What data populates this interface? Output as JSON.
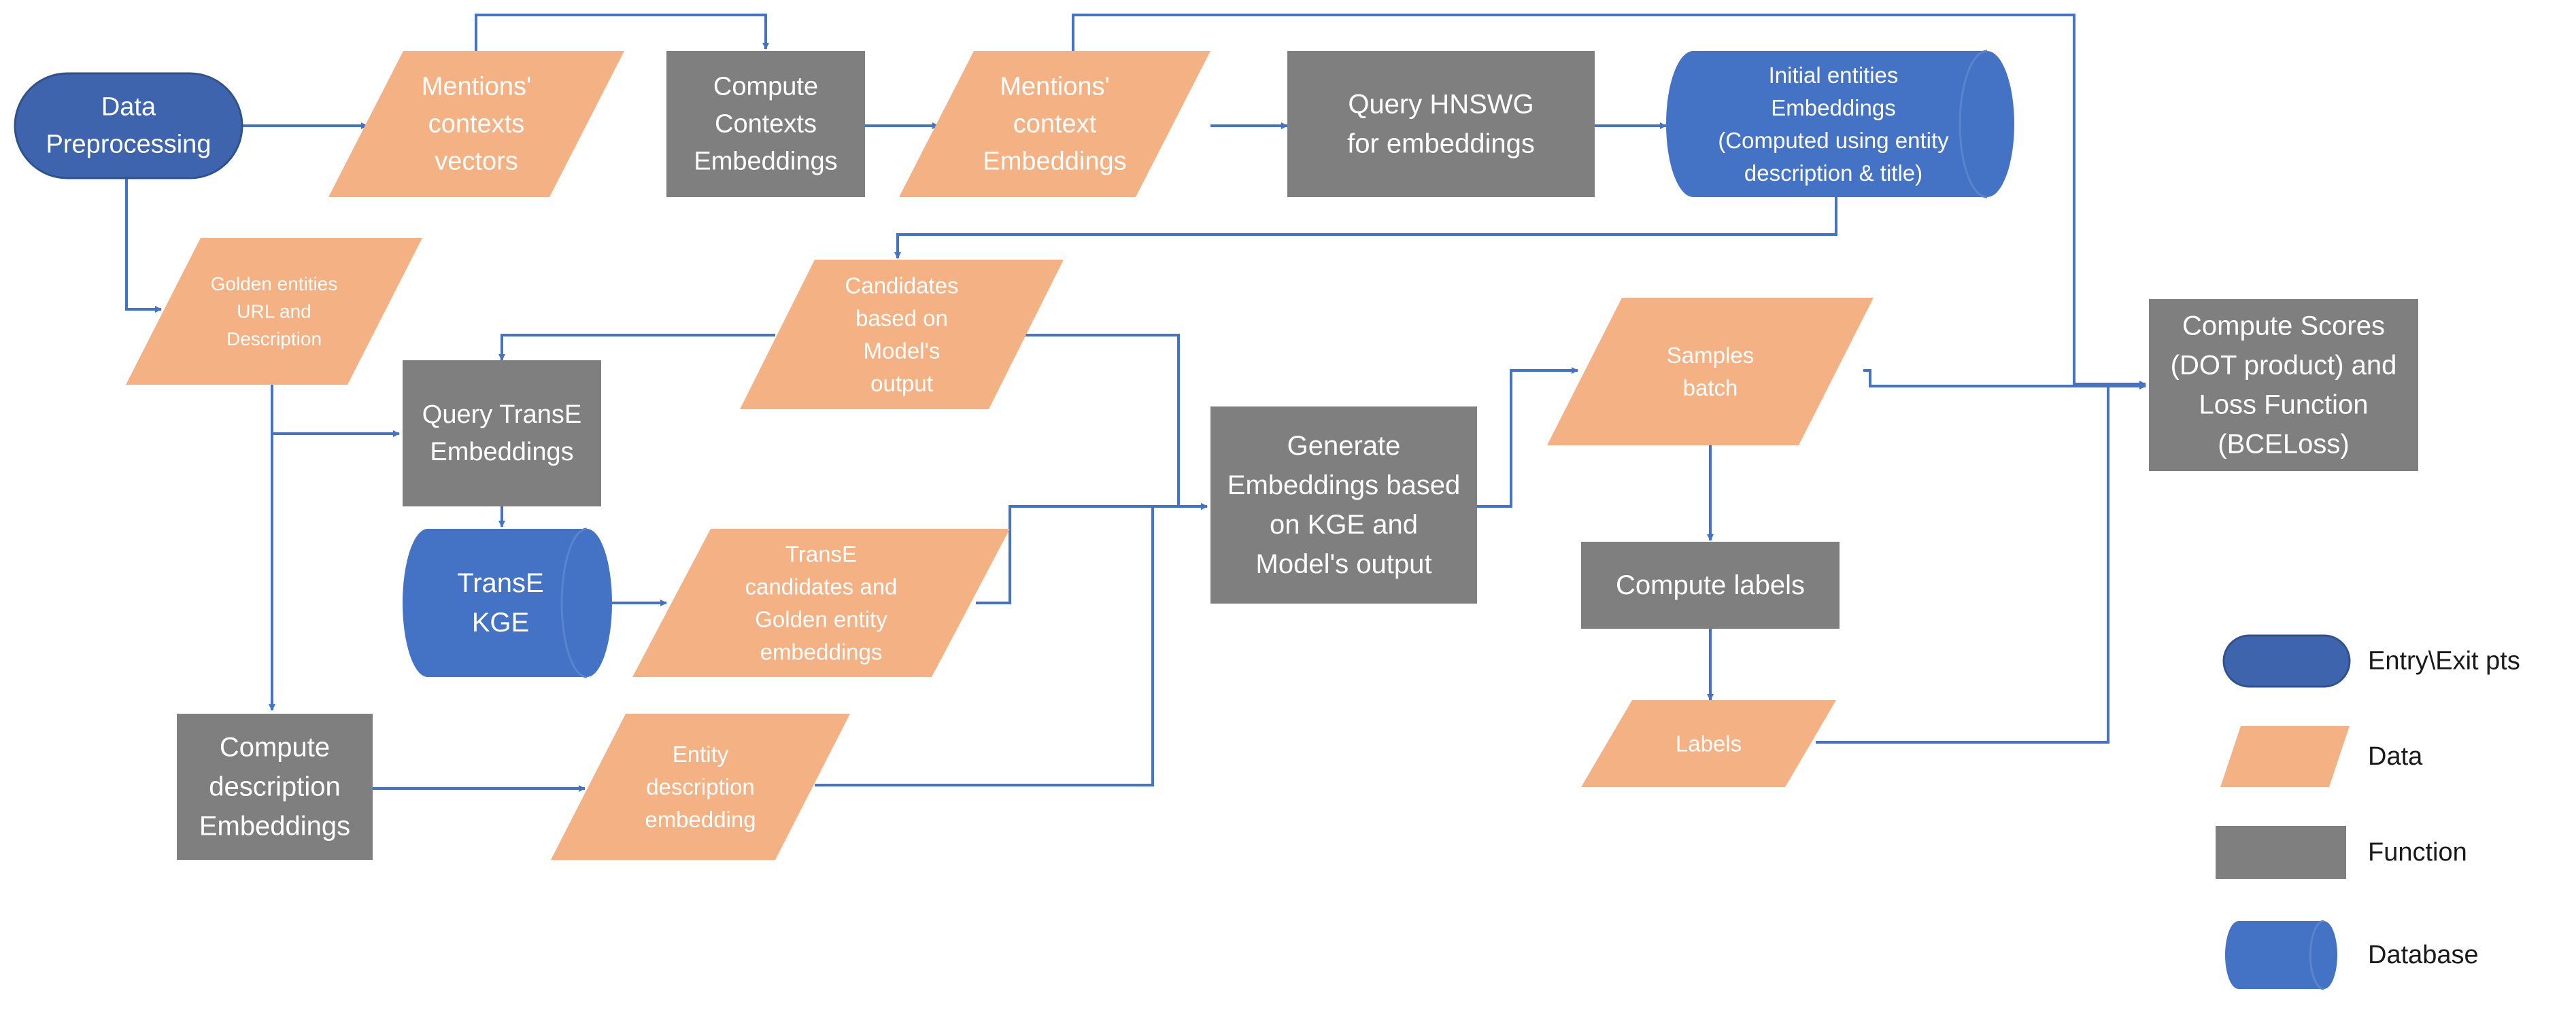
{
  "colors": {
    "entry": "#3e64ad",
    "entry_stroke": "#2f528f",
    "data": "#f4b183",
    "function": "#7f7f7f",
    "database": "#4472c4",
    "database_cap": "#5b84cf",
    "arrow": "#4472c4",
    "legend_text": "#1a1a1a",
    "node_text": "#ffffff"
  },
  "nodes": {
    "data_preprocessing": {
      "shape": "entry",
      "lines": [
        "Data",
        "Preprocessing"
      ]
    },
    "mentions_contexts_vectors": {
      "shape": "data",
      "lines": [
        "Mentions'",
        "contexts",
        "vectors"
      ]
    },
    "compute_contexts_embeddings": {
      "shape": "function",
      "lines": [
        "Compute",
        "Contexts",
        "Embeddings"
      ]
    },
    "mentions_context_embeddings": {
      "shape": "data",
      "lines": [
        "Mentions'",
        "context",
        "Embeddings"
      ]
    },
    "query_hnswg": {
      "shape": "function",
      "lines": [
        "Query HNSWG",
        "for embeddings"
      ]
    },
    "initial_entities_embeddings": {
      "shape": "database",
      "lines": [
        "Initial entities",
        "Embeddings",
        "(Computed using entity",
        "description & title)"
      ]
    },
    "golden_entities": {
      "shape": "data",
      "lines": [
        "Golden entities",
        "URL and",
        "Description"
      ]
    },
    "candidates": {
      "shape": "data",
      "lines": [
        "Candidates",
        "based on",
        "Model's",
        "output"
      ]
    },
    "query_transe": {
      "shape": "function",
      "lines": [
        "Query TransE",
        "Embeddings"
      ]
    },
    "transe_kge": {
      "shape": "database",
      "lines": [
        "TransE",
        "KGE"
      ]
    },
    "transe_candidates": {
      "shape": "data",
      "lines": [
        "TransE",
        "candidates and",
        "Golden entity",
        "embeddings"
      ]
    },
    "generate_embeddings": {
      "shape": "function",
      "lines": [
        "Generate",
        "Embeddings based",
        "on KGE and",
        "Model's output"
      ]
    },
    "samples_batch": {
      "shape": "data",
      "lines": [
        "Samples",
        "batch"
      ]
    },
    "compute_labels": {
      "shape": "function",
      "lines": [
        "Compute labels"
      ]
    },
    "labels": {
      "shape": "data",
      "lines": [
        "Labels"
      ]
    },
    "compute_scores": {
      "shape": "function",
      "lines": [
        "Compute Scores",
        "(DOT product) and",
        "Loss Function",
        "(BCELoss)"
      ]
    },
    "compute_description_embeddings": {
      "shape": "function",
      "lines": [
        "Compute",
        "description",
        "Embeddings"
      ]
    },
    "entity_description_embedding": {
      "shape": "data",
      "lines": [
        "Entity",
        "description",
        "embedding"
      ]
    }
  },
  "legend": [
    {
      "shape": "entry",
      "label": "Entry\\Exit pts"
    },
    {
      "shape": "data",
      "label": "Data"
    },
    {
      "shape": "function",
      "label": "Function"
    },
    {
      "shape": "database",
      "label": "Database"
    }
  ]
}
